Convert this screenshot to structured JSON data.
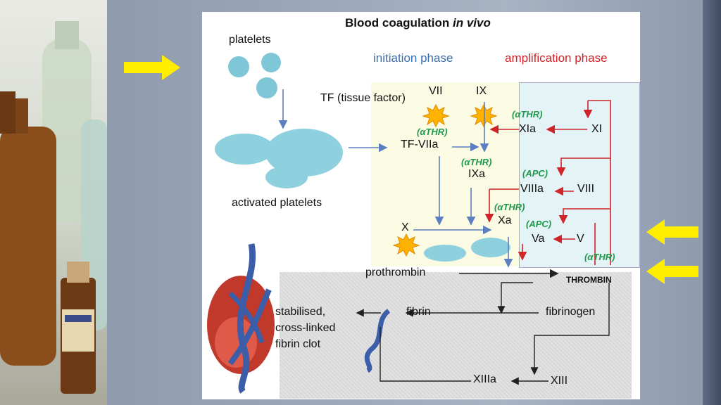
{
  "diagram": {
    "title_prefix": "Blood coagulation ",
    "title_italic": "in vivo",
    "platelets": "platelets",
    "activated_platelets": "activated platelets",
    "tissue_factor": "TF (tissue factor)",
    "initiation_phase": "initiation phase",
    "amplification_phase": "amplification phase",
    "vii": "VII",
    "ix": "IX",
    "tf_viia": "TF-VIIa",
    "ixa": "IXa",
    "x": "X",
    "xa": "Xa",
    "xi": "XI",
    "xia": "XIa",
    "viii": "VIII",
    "viiia": "VIIIa",
    "v": "V",
    "va": "Va",
    "athr_1": "(αTHR)",
    "athr_2": "(αTHR)",
    "athr_3": "(αTHR)",
    "athr_4": "(αTHR)",
    "athr_5": "(αTHR)",
    "apc_1": "(APC)",
    "apc_2": "(APC)",
    "prothrombin": "prothrombin",
    "thrombin": "THROMBIN",
    "fibrin": "fibrin",
    "fibrinogen": "fibrinogen",
    "clot_line1": "stabilised,",
    "clot_line2": "cross-linked",
    "clot_line3": "fibrin clot",
    "xiiia": "XIIIa",
    "xiii": "XIII"
  },
  "colors": {
    "pointer_arrow": "#ffee00",
    "blue_arrow": "#5b7fbf",
    "red_arrow": "#d0232a",
    "green_text": "#1f9a4d",
    "platelet": "#7fc6d6"
  }
}
